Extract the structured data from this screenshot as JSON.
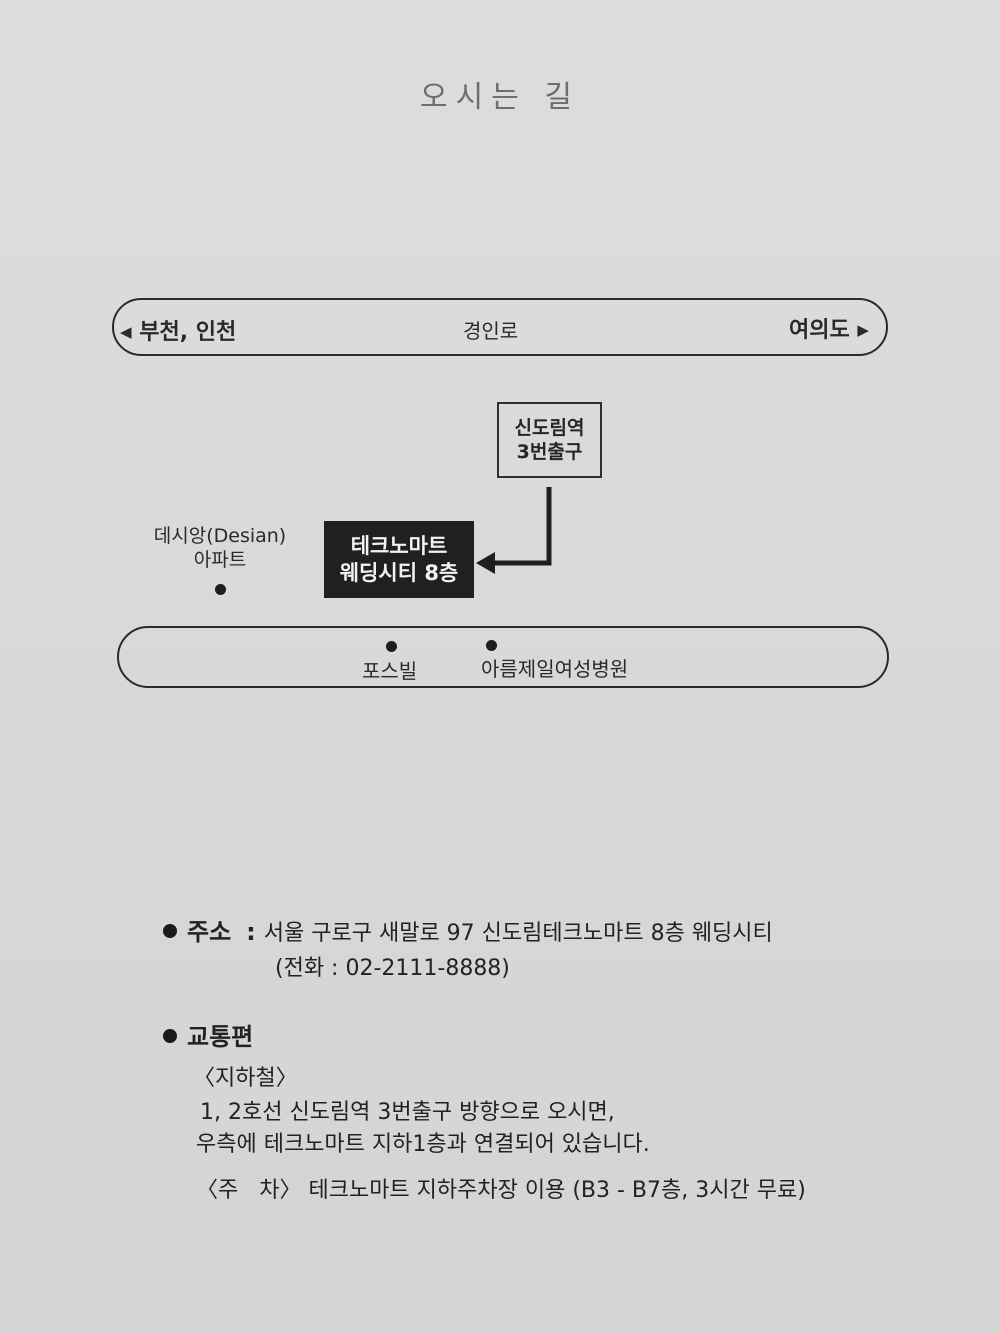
{
  "title": "오시는 길",
  "map": {
    "road_top": {
      "left_label": "부천, 인천",
      "center_label": "경인로",
      "right_label": "여의도",
      "left_arrow": "◀",
      "right_arrow": "▶"
    },
    "station": {
      "line1": "신도림역",
      "line2": "3번출구"
    },
    "destination": {
      "line1": "테크노마트",
      "line2": "웨딩시티 8층"
    },
    "apartment": {
      "line1": "데시앙(Desian)",
      "line2": "아파트"
    },
    "road_bottom": {
      "landmark1": "포스빌",
      "landmark2": "아름제일여성병원"
    }
  },
  "info": {
    "address": {
      "heading": "주소",
      "separator": ":",
      "value": "서울 구로구 새말로 97 신도림테크노마트 8층 웨딩시티",
      "phone": "(전화 : 02-2111-8888)"
    },
    "transport": {
      "heading": "교통편",
      "subway_heading": "〈지하철〉",
      "subway_line1": "1, 2호선 신도림역 3번출구 방향으로 오시면,",
      "subway_line2": "우측에 테크노마트 지하1층과 연결되어 있습니다.",
      "parking_heading": "〈주   차〉",
      "parking_text": "테크노마트 지하주차장 이용 (B3 - B7층, 3시간 무료)"
    }
  }
}
